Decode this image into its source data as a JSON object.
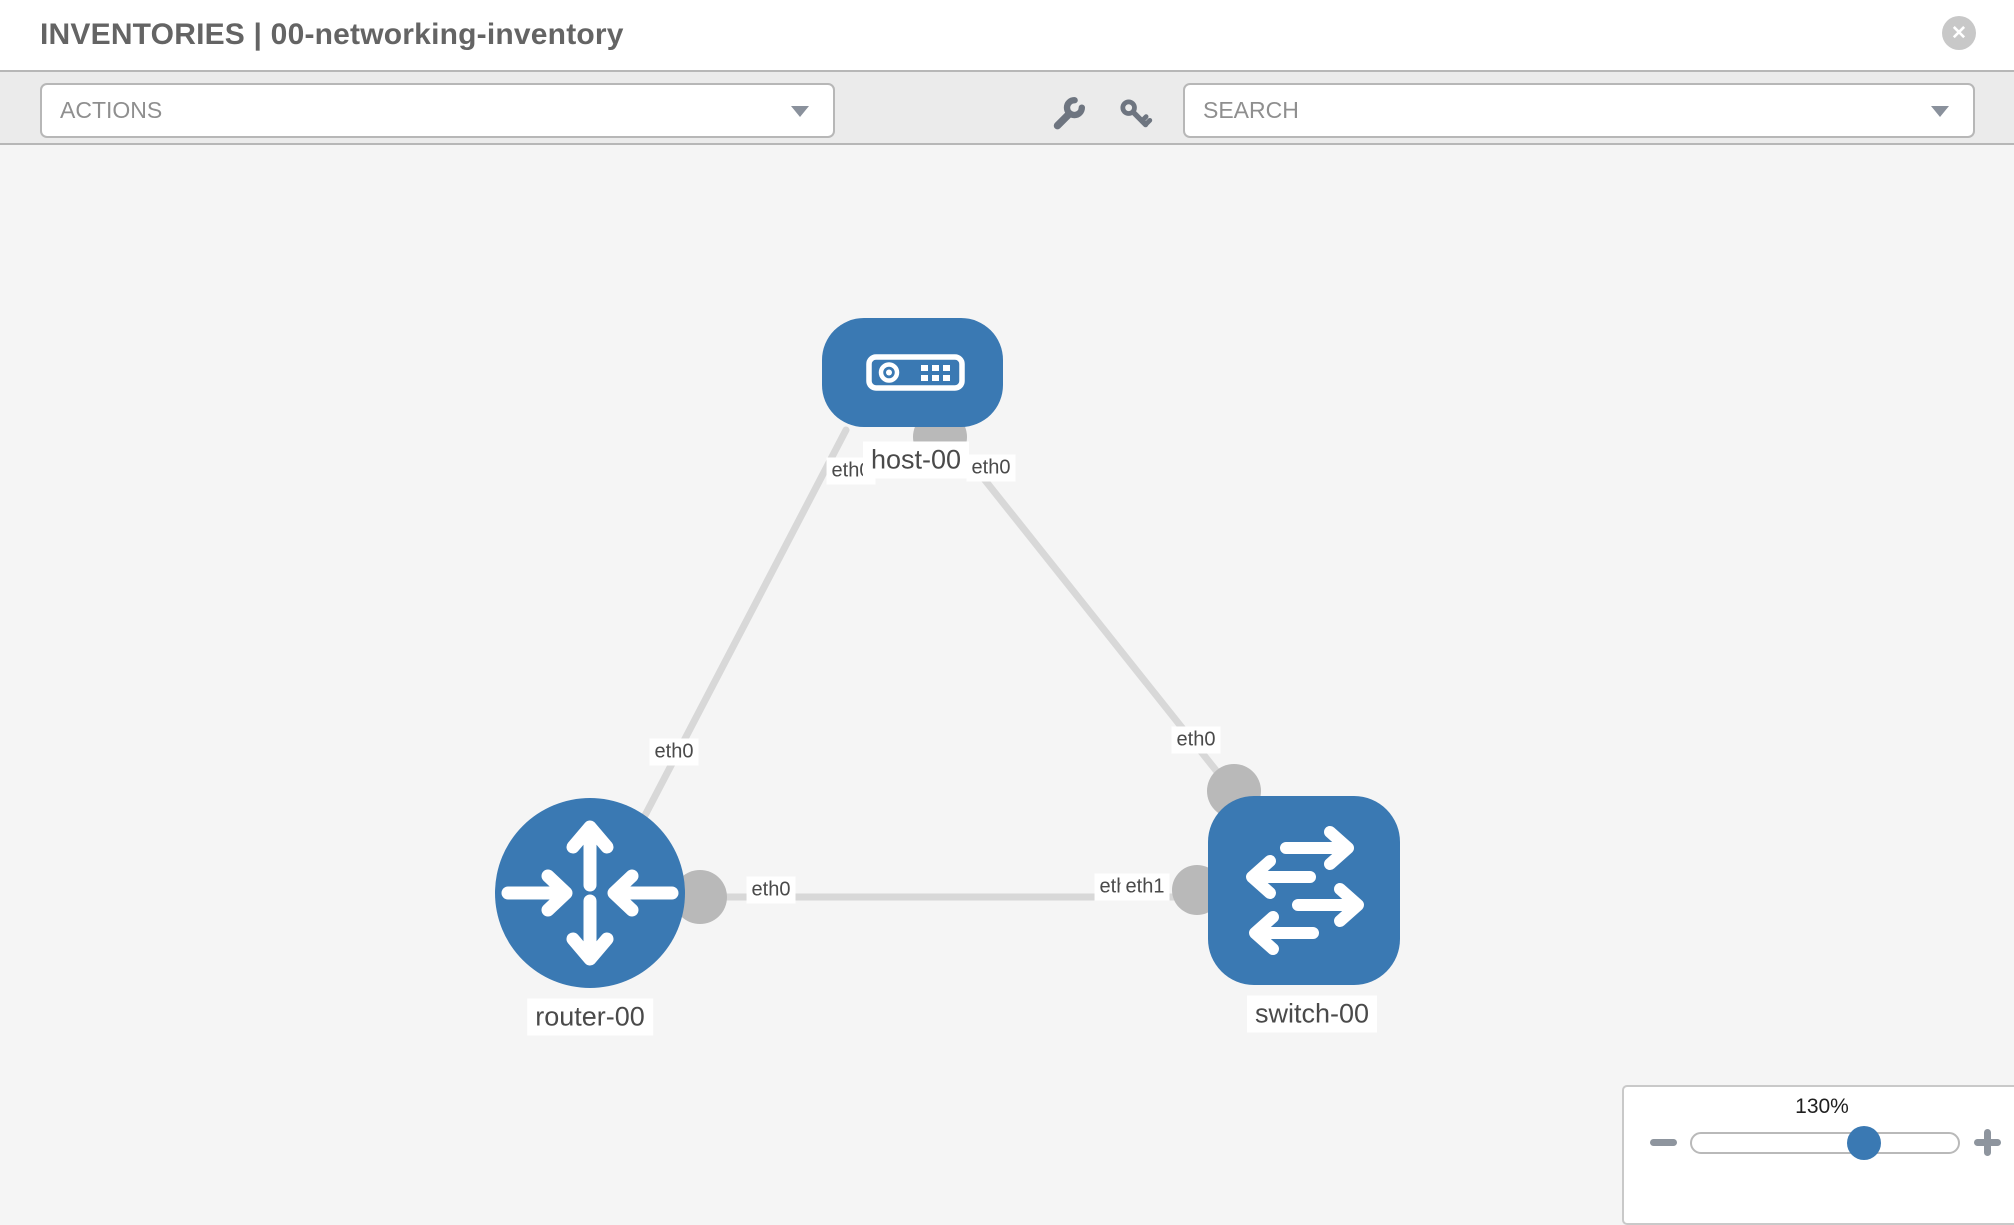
{
  "header": {
    "title": "INVENTORIES | 00-networking-inventory",
    "close_icon": "✕"
  },
  "toolbar": {
    "actions_label": "ACTIONS",
    "search_label": "SEARCH",
    "icons": {
      "wrench": "wrench-icon",
      "key": "key-icon",
      "actions_caret": "caret-down-icon",
      "search_caret": "caret-down-icon"
    }
  },
  "topology": {
    "nodes": [
      {
        "name": "host-00",
        "type": "host"
      },
      {
        "name": "router-00",
        "type": "router"
      },
      {
        "name": "switch-00",
        "type": "switch"
      }
    ],
    "links": [
      {
        "source": "host-00",
        "source_interface": "eth0",
        "target": "router-00",
        "target_interface": "eth0"
      },
      {
        "source": "host-00",
        "source_interface": "eth0",
        "target": "switch-00",
        "target_interface": "eth0"
      },
      {
        "source": "router-00",
        "source_interface": "eth0",
        "target": "switch-00",
        "target_interface": "eth1",
        "target_overlapped_interface": "eth0"
      }
    ]
  },
  "zoom_control": {
    "level": "130%"
  },
  "colors": {
    "node_fill": "#3a79b3",
    "link_stroke": "#d8d8d8",
    "port_fill": "#b9b9b9",
    "toolbar_bg": "#ebebeb",
    "canvas_bg": "#f5f5f5",
    "border": "#b7b7b7",
    "icon_gray": "#6e7580",
    "slider_handle": "#3a79b3"
  }
}
